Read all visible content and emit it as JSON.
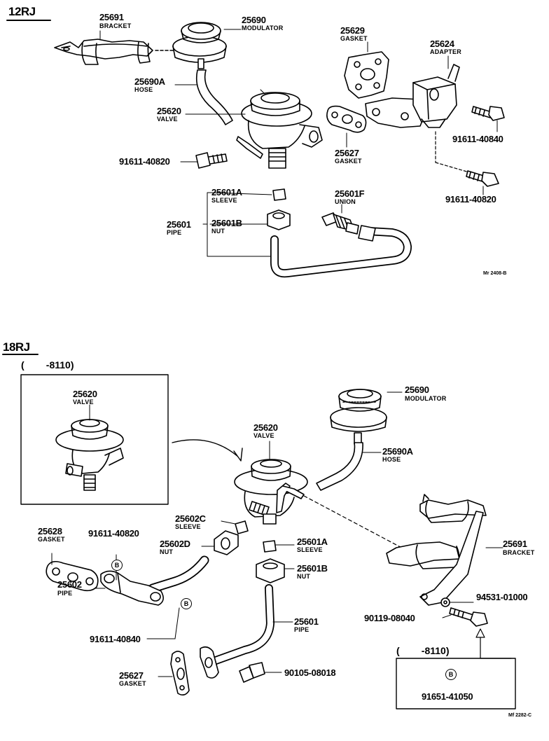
{
  "sections": {
    "rj12": {
      "title": "12RJ",
      "figure_ref": "Mr 2408-B",
      "parts": {
        "bracket": {
          "num": "25691",
          "name": "BRACKET"
        },
        "modulator": {
          "num": "25690",
          "name": "MODULATOR"
        },
        "hose": {
          "num": "25690A",
          "name": "HOSE"
        },
        "valve": {
          "num": "25620",
          "name": "VALVE"
        },
        "bolt_valve": {
          "num": "91611-40820"
        },
        "gasket_29": {
          "num": "25629",
          "name": "GASKET"
        },
        "adapter": {
          "num": "25624",
          "name": "ADAPTER"
        },
        "bolt_a": {
          "num": "91611-40840"
        },
        "gasket_27": {
          "num": "25627",
          "name": "GASKET"
        },
        "bolt_b": {
          "num": "91611-40820"
        },
        "sleeve": {
          "num": "25601A",
          "name": "SLEEVE"
        },
        "pipe": {
          "num": "25601",
          "name": "PIPE"
        },
        "nut": {
          "num": "25601B",
          "name": "NUT"
        },
        "union": {
          "num": "25601F",
          "name": "UNION"
        }
      }
    },
    "rj18": {
      "title": "18RJ",
      "figure_ref": "Mf 2282-C",
      "inset_range": "(        -8110)",
      "inset2_range": "(        -8110)",
      "parts": {
        "inset_valve": {
          "num": "25620",
          "name": "VALVE"
        },
        "valve": {
          "num": "25620",
          "name": "VALVE"
        },
        "modulator": {
          "num": "25690",
          "name": "MODULATOR"
        },
        "hose": {
          "num": "25690A",
          "name": "HOSE"
        },
        "sleeve_c": {
          "num": "25602C",
          "name": "SLEEVE"
        },
        "nut_d": {
          "num": "25602D",
          "name": "NUT"
        },
        "sleeve_a": {
          "num": "25601A",
          "name": "SLEEVE"
        },
        "nut_b": {
          "num": "25601B",
          "name": "NUT"
        },
        "gasket_28": {
          "num": "25628",
          "name": "GASKET"
        },
        "bolt_top": {
          "num": "91611-40820"
        },
        "pipe_02": {
          "num": "25602",
          "name": "PIPE"
        },
        "bolt_bottom": {
          "num": "91611-40840"
        },
        "pipe_01": {
          "num": "25601",
          "name": "PIPE"
        },
        "gasket_27": {
          "num": "25627",
          "name": "GASKET"
        },
        "bolt_plug": {
          "num": "90105-08018"
        },
        "bracket": {
          "num": "25691",
          "name": "BRACKET"
        },
        "washer": {
          "num": "94531-01000"
        },
        "bolt_bracket": {
          "num": "90119-08040"
        },
        "bolt_inset": {
          "num": "91651-41050"
        },
        "mark": "B"
      }
    }
  }
}
